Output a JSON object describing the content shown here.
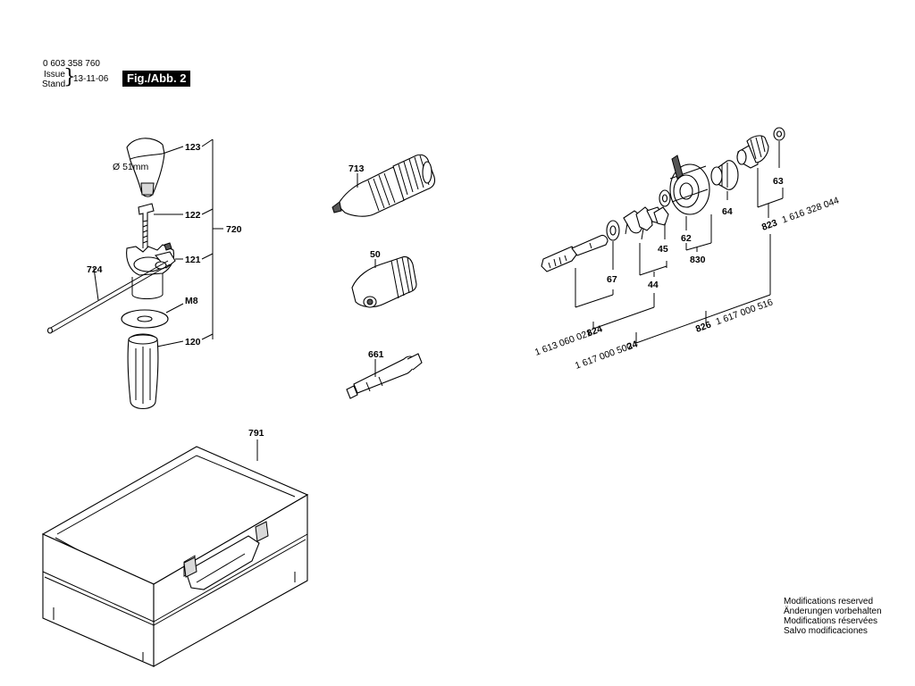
{
  "header": {
    "doc_number": "0 603 358 760",
    "issue_label": "Issue",
    "stand_label": "Stand",
    "date": "13-11-06",
    "figure_label": "Fig./Abb. 2"
  },
  "parts": {
    "p123": "123",
    "diameter": "Ø 51mm",
    "p122": "122",
    "p720": "720",
    "p724": "724",
    "p121": "121",
    "m8": "M8",
    "p120": "120",
    "p713": "713",
    "p50": "50",
    "p661": "661",
    "p791": "791",
    "p63": "63",
    "p64": "64",
    "p62": "62",
    "p45": "45",
    "p830": "830",
    "p823": "823",
    "ref823": "1 616 328 044",
    "p67": "67",
    "p44": "44",
    "p824": "824",
    "ref824": "1 613 060 021",
    "p24": "24",
    "ref24": "1 617 000 500",
    "p826": "826",
    "ref826": "1 617 000 516"
  },
  "notice": {
    "line1": "Modifications reserved",
    "line2": "Änderungen vorbehalten",
    "line3": "Modifications réservées",
    "line4": "Salvo modificaciones"
  }
}
